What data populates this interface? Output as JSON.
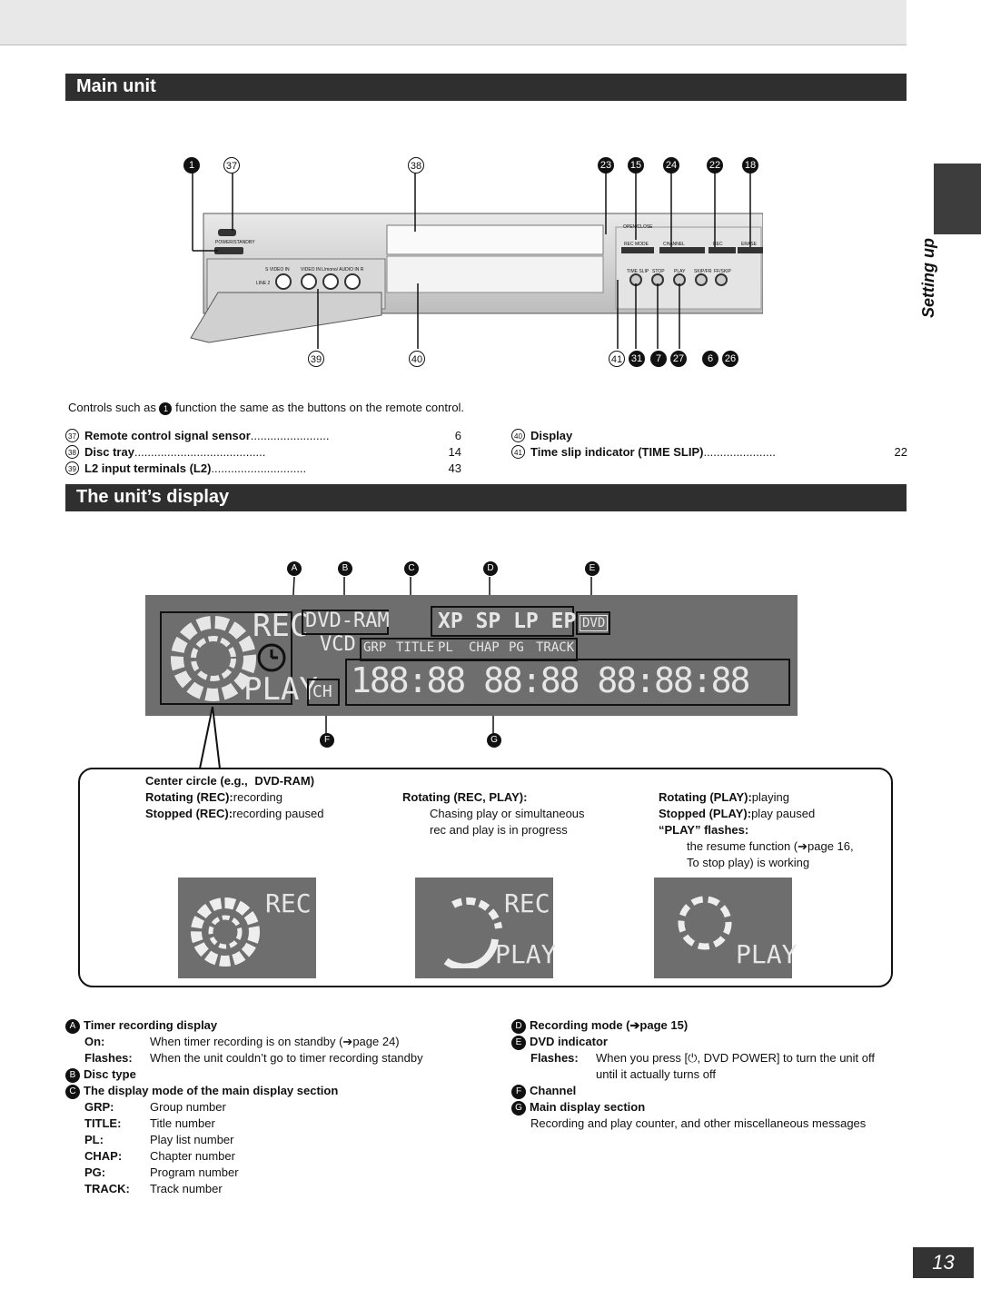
{
  "section1_title": "Main unit",
  "section2_title": "The unit’s display",
  "side_label": "Setting up",
  "page_number": "13",
  "front_numbers_top": [
    "1",
    "37",
    "38",
    "23",
    "15",
    "24",
    "22",
    "18"
  ],
  "front_numbers_bottom": [
    "39",
    "40",
    "41",
    "31",
    "7",
    "27",
    "6",
    "26"
  ],
  "panel_labels": {
    "power": "POWER/STANDBY",
    "open_close": "OPEN/CLOSE",
    "rec_mode": "REC MODE",
    "channel": "CHANNEL",
    "rec": "REC",
    "erase": "ERASE",
    "time_slip": "TIME SLIP",
    "stop": "STOP",
    "play": "PLAY",
    "skip": "SKIP/FR",
    "ff": "FF/SKIP",
    "svideo": "S VIDEO IN",
    "video_in": "VIDEO IN",
    "audio": "L/mono/ AUDIO IN R",
    "line2": "LINE 2"
  },
  "controls_note": "Controls such as",
  "controls_note_tail": "function the same as the buttons on the remote control.",
  "controls_note_num": "1",
  "items_left": [
    {
      "num": "37",
      "label": "Remote control signal sensor",
      "dots": "........................",
      "page": "6"
    },
    {
      "num": "38",
      "label": "Disc tray",
      "dots": "........................................",
      "page": "14"
    },
    {
      "num": "39",
      "label": "L2 input terminals (L2)",
      "dots": ".............................",
      "page": "43"
    }
  ],
  "items_right": [
    {
      "num": "40",
      "label": "Display",
      "dots": "",
      "page": ""
    },
    {
      "num": "41",
      "label": "Time slip indicator (TIME SLIP)",
      "dots": "......................",
      "page": "22"
    }
  ],
  "display_letters": [
    "A",
    "B",
    "C",
    "D",
    "E"
  ],
  "display_letters_bottom": [
    "F",
    "G"
  ],
  "display_text": {
    "rec": "REC",
    "dvdram": "DVD-RAM",
    "vcd": "VCD",
    "modes": "XP SP LP EP",
    "dvd": "DVD",
    "grp": "GRP",
    "title": "TITLE",
    "pl": "PL",
    "chap": "CHAP",
    "pg": "PG",
    "track": "TRACK",
    "play": "PLAY",
    "ch": "CH",
    "segments": "188:88 88:88 88:88:88"
  },
  "callout": {
    "col1_head": "Center circle (e.g.,",
    "col1_head_b": "DVD-RAM)",
    "col1_l1a": "Rotating (REC):",
    "col1_l1b": "recording",
    "col1_l2a": "Stopped (REC):",
    "col1_l2b": "recording paused",
    "col2_head": "Rotating (REC, PLAY):",
    "col2_l1": "Chasing  play  or  simultaneous",
    "col2_l2": "rec and play is in progress",
    "col3_l1a": "Rotating (PLAY):",
    "col3_l1b": "playing",
    "col3_l2a": "Stopped (PLAY):",
    "col3_l2b": "play paused",
    "col3_l3": "“PLAY” flashes:",
    "col3_l4": "the resume function (➔page 16,",
    "col3_l5": "To stop play) is working",
    "thumb1": "REC",
    "thumb2a": "REC",
    "thumb2b": "PLAY",
    "thumb3": "PLAY"
  },
  "legend_left": {
    "a_label": "A",
    "a_title": "Timer recording display",
    "a_on_k": "On:",
    "a_on_v": "When timer recording is on standby (➔page 24)",
    "a_fl_k": "Flashes:",
    "a_fl_v": "When the unit couldn’t go to timer recording standby",
    "b_label": "B",
    "b_title": "Disc type",
    "c_label": "C",
    "c_title": "The display mode of the main display section",
    "modes": [
      {
        "k": "GRP:",
        "v": "Group number"
      },
      {
        "k": "TITLE:",
        "v": "Title number"
      },
      {
        "k": "PL:",
        "v": "Play list number"
      },
      {
        "k": "CHAP:",
        "v": "Chapter number"
      },
      {
        "k": "PG:",
        "v": "Program number"
      },
      {
        "k": "TRACK:",
        "v": "Track number"
      }
    ]
  },
  "legend_right": {
    "d_label": "D",
    "d_title": "Recording mode (➔page 15)",
    "e_label": "E",
    "e_title": "DVD indicator",
    "e_fl_k": "Flashes:",
    "e_fl_v1": "When you press [⏻, DVD POWER] to turn the unit off",
    "e_fl_v2": "until it actually turns off",
    "f_label": "F",
    "f_title": "Channel",
    "g_label": "G",
    "g_title": "Main display section",
    "g_text": "Recording and play counter, and other miscellaneous messages"
  }
}
